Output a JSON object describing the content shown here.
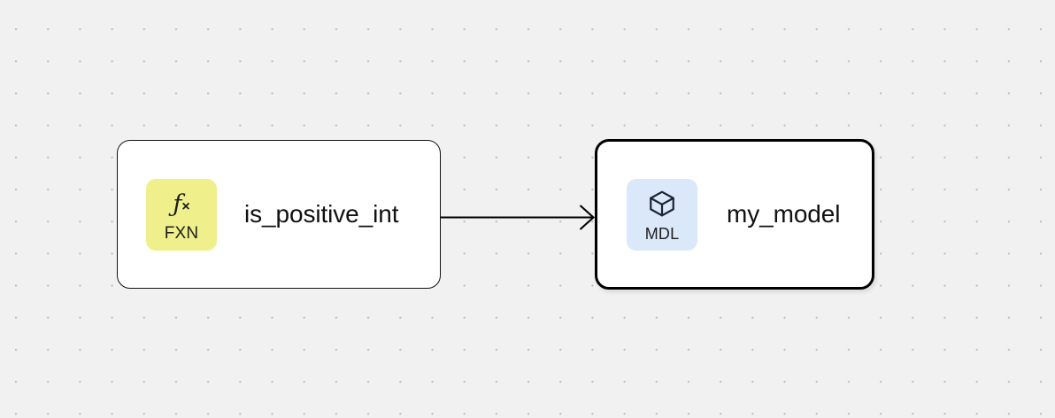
{
  "canvas": {
    "background_color": "#f1f1f1",
    "dot_color": "#bcbcbc",
    "grid_spacing": 36
  },
  "nodes": [
    {
      "id": "fxn-node",
      "title": "is_positive_int",
      "badge": {
        "glyph": "ƒ",
        "glyph_suffix": "×",
        "icon_name": "function-icon",
        "label": "FXN",
        "color": "#eff08c"
      },
      "selected": false,
      "border_color": "#121212"
    },
    {
      "id": "model-node",
      "title": "my_model",
      "badge": {
        "icon_name": "cube-icon",
        "label": "MDL",
        "color": "#dbe8fa"
      },
      "selected": true,
      "border_color": "#000000"
    }
  ],
  "edges": [
    {
      "id": "edge-fxn-to-model",
      "source": "fxn-node",
      "target": "model-node",
      "color": "#000000",
      "arrowhead": "open-chevron"
    }
  ]
}
